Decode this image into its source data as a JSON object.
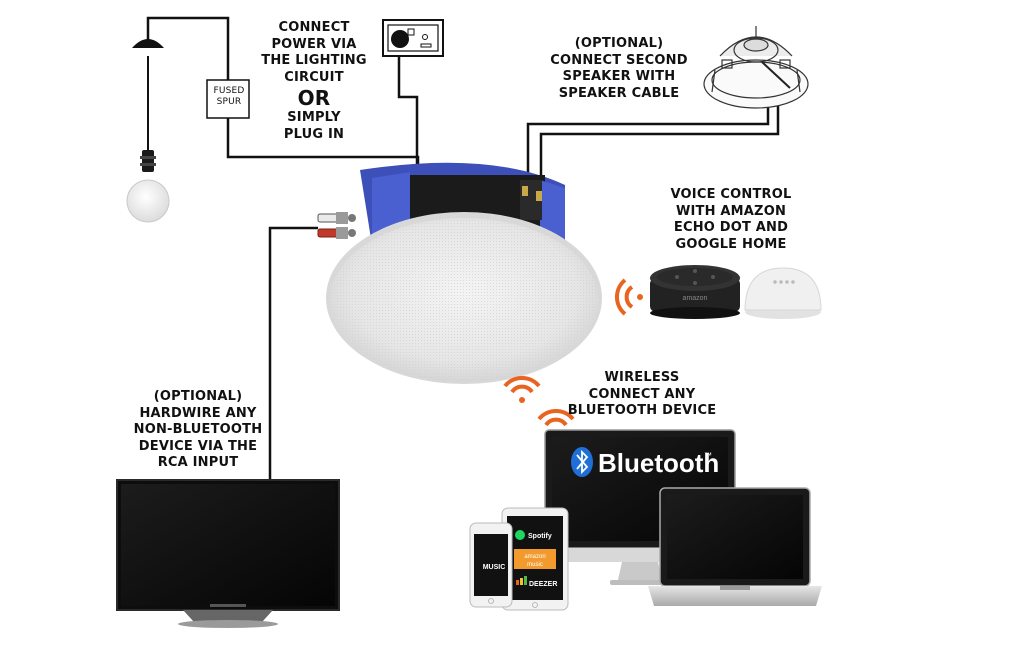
{
  "labels": {
    "power": {
      "line1": "CONNECT",
      "line2": "POWER VIA",
      "line3": "THE LIGHTING",
      "line4": "CIRCUIT",
      "or": "OR",
      "line5": "SIMPLY",
      "line6": "PLUG IN"
    },
    "second_speaker": {
      "line1": "(OPTIONAL)",
      "line2": "CONNECT SECOND",
      "line3": "SPEAKER WITH",
      "line4": "SPEAKER CABLE"
    },
    "voice_control": {
      "line1": "VOICE CONTROL",
      "line2": "WITH AMAZON",
      "line3": "ECHO DOT AND",
      "line4": "GOOGLE HOME"
    },
    "wireless": {
      "line1": "WIRELESS",
      "line2": "CONNECT ANY",
      "line3": "BLUETOOTH DEVICE"
    },
    "hardwire": {
      "line1": "(OPTIONAL)",
      "line2": "HARDWIRE ANY",
      "line3": "NON-BLUETOOTH",
      "line4": "DEVICE VIA THE",
      "line5": "RCA INPUT"
    }
  },
  "fused_spur": {
    "line1": "FUSED",
    "line2": "SPUR"
  },
  "device_text": {
    "bluetooth": "Bluetooth",
    "tm": "™",
    "echo_brand": "amazon",
    "music": "MUSIC",
    "spotify": "Spotify",
    "amazon_music_line1": "amazon",
    "amazon_music_line2": "music",
    "deezer": "DEEZER"
  },
  "colors": {
    "wire": "#111111",
    "wireless_waves": "#e8641f",
    "speaker_blue": "#4a5fd0",
    "bluetooth_blue": "#1f6fd6",
    "spotify_green": "#1ed760",
    "amazon_orange": "#f29a2e"
  },
  "icons": [
    "pendant-light-icon",
    "wall-socket-icon",
    "ceiling-speaker-icon",
    "second-speaker-icon",
    "echo-dot-icon",
    "google-home-icon",
    "wifi-wave-icon",
    "bluetooth-icon",
    "imac-icon",
    "macbook-icon",
    "ipad-icon",
    "iphone-icon",
    "tv-icon",
    "rca-connector-icon"
  ]
}
